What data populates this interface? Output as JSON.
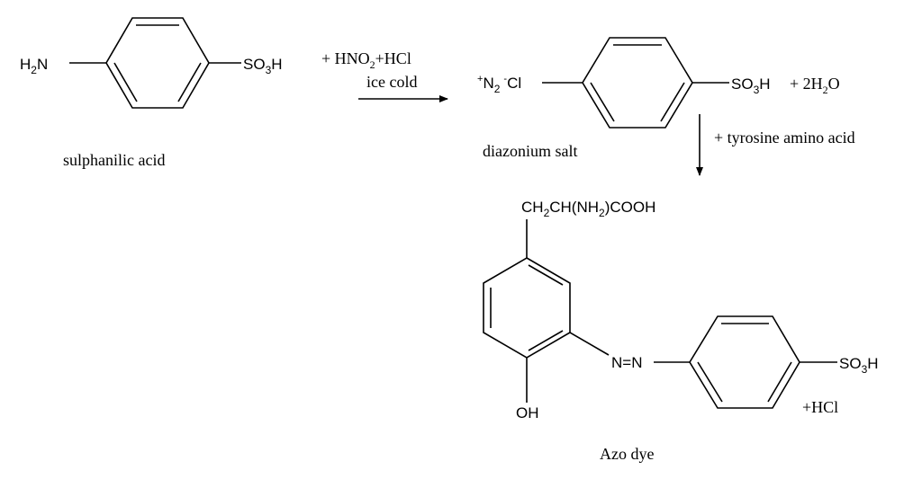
{
  "reactant": {
    "name": "sulphanilic acid",
    "amino_group": {
      "main": "H",
      "sub": "2",
      "tail": "N"
    },
    "sulfonic_group": {
      "main": "SO",
      "sub": "3",
      "tail": "H"
    }
  },
  "step1": {
    "reagents": {
      "a": "+ HNO",
      "a_sub": "2",
      "b": "+HCl"
    },
    "condition": "ice cold"
  },
  "intermediate": {
    "name": "diazonium salt",
    "diazonium": {
      "plus": "+",
      "n": "N",
      "n_sub": "2",
      "minus": "-",
      "cl": "Cl"
    },
    "sulfonic_group": {
      "main": "SO",
      "sub": "3",
      "tail": "H"
    },
    "byproduct": {
      "main": "+ 2H",
      "sub": "2",
      "tail": "O"
    }
  },
  "step2": {
    "reagent": "+ tyrosine amino acid"
  },
  "product": {
    "name": "Azo dye",
    "side_chain": {
      "a": "CH",
      "a_sub": "2",
      "b": "CH(NH",
      "b_sub": "2",
      "c": ")COOH"
    },
    "azo_link": "N=N",
    "hydroxyl": "OH",
    "sulfonic_group": {
      "main": "SO",
      "sub": "3",
      "tail": "H"
    },
    "byproduct": "+HCl"
  }
}
